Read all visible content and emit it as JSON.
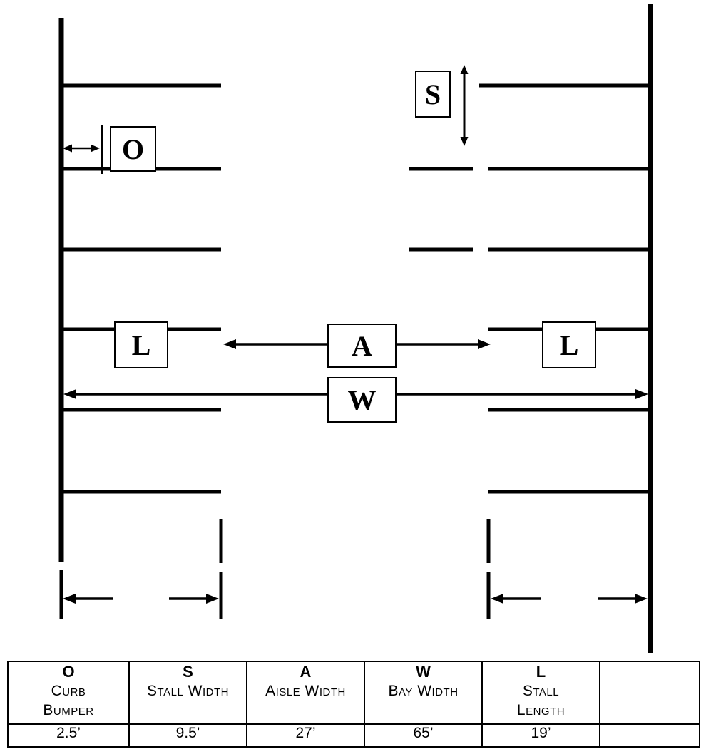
{
  "diagram": {
    "callouts": {
      "curb_bumper": "O",
      "stall_width": "S",
      "aisle_width": "A",
      "bay_width": "W",
      "stall_length_left": "L",
      "stall_length_right": "L"
    }
  },
  "legend_table": {
    "header_cells": [
      {
        "symbol": "O",
        "line1": "Curb",
        "line2": "Bumper"
      },
      {
        "symbol": "S",
        "line1": "Stall Width",
        "line2": ""
      },
      {
        "symbol": "A",
        "line1": "Aisle Width",
        "line2": ""
      },
      {
        "symbol": "W",
        "line1": "Bay Width",
        "line2": ""
      },
      {
        "symbol": "L",
        "line1": "Stall",
        "line2": "Length"
      },
      {
        "symbol": "",
        "line1": "",
        "line2": ""
      }
    ],
    "value_cells": [
      "2.5’",
      "9.5’",
      "27’",
      "65’",
      "19’",
      ""
    ]
  }
}
